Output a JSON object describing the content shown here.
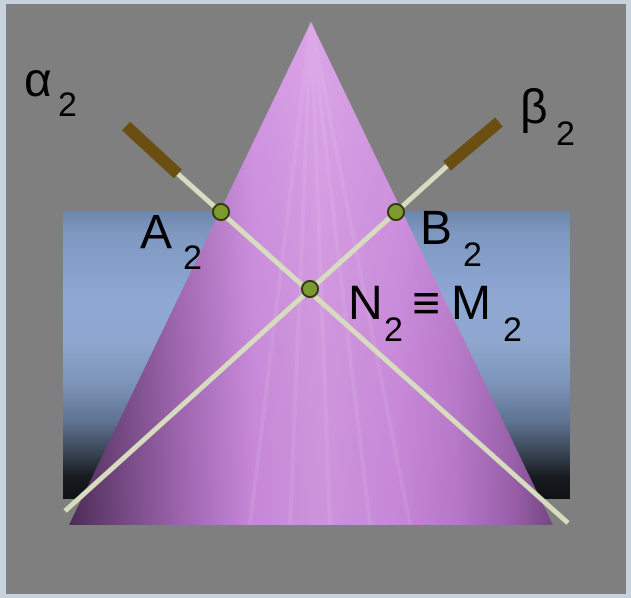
{
  "labels": {
    "alpha": {
      "main": "α",
      "sub": "2"
    },
    "beta": {
      "main": "β",
      "sub": "2"
    },
    "a": {
      "main": "A",
      "sub": "2"
    },
    "b": {
      "main": "B",
      "sub": "2"
    },
    "nm": {
      "main1": "N",
      "sub1": "2",
      "eq": "≡",
      "main2": "M",
      "sub2": "2"
    }
  },
  "colors": {
    "background": "#7f7f7f",
    "border": "#c8d2dd",
    "cone": "#d38fe0",
    "band_top": "#7e99bf",
    "band_mid": "#8fa8d1",
    "band_dark": "#111111",
    "line": "#d7dcbf",
    "line_stub": "#6b4e12",
    "point": "#7d9a2e",
    "label": "#000000"
  },
  "icons": {
    "cone": "cone-shape",
    "plane": "horizontal-plane",
    "points": "point-marker"
  }
}
